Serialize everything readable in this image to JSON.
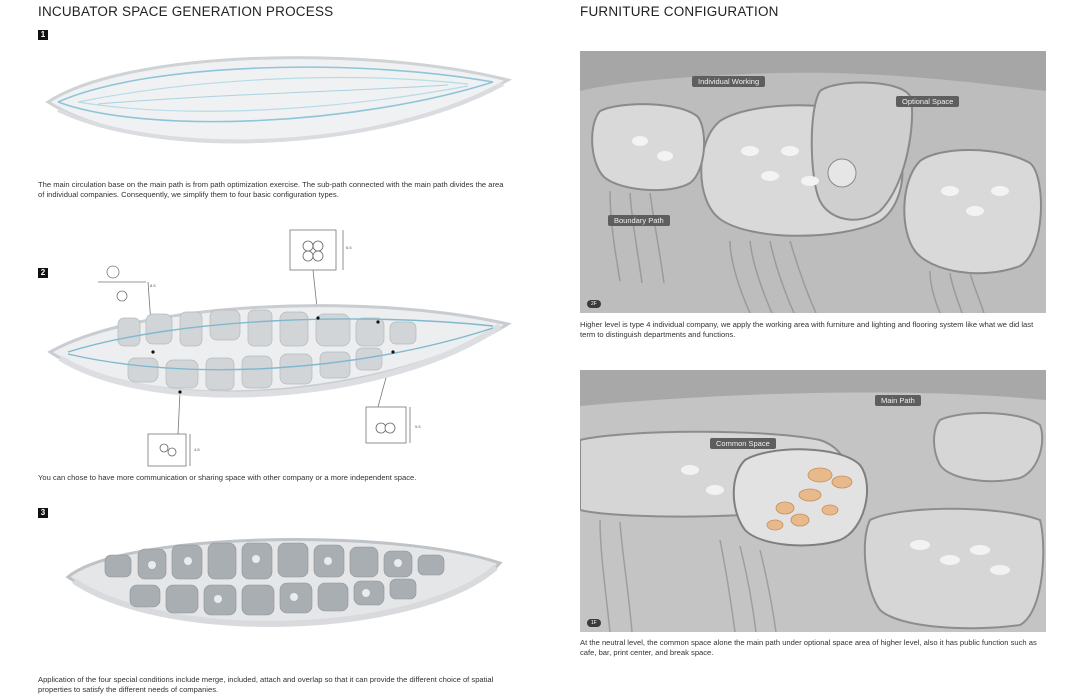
{
  "left": {
    "title": "INCUBATOR SPACE GENERATION PROCESS",
    "steps": [
      {
        "number": "1",
        "caption": "The main circulation base on the main path is from path optimization exercise. The sub-path connected with the main path divides the area of individual companies. Consequently, we simplify them to four basic configuration types."
      },
      {
        "number": "2",
        "caption": "You can chose to have more communication or sharing space with other company or a more independent space."
      },
      {
        "number": "3",
        "caption": "Application of the four special conditions include merge, included, attach and overlap so that it can provide the different choice of spatial properties to satisfy the different needs of companies."
      }
    ],
    "dimension_labels": {
      "a": "6.5",
      "b": "8.5",
      "c": "5.5",
      "d": "4.8"
    }
  },
  "right": {
    "title": "FURNITURE CONFIGURATION",
    "render1": {
      "level_pill": "2F",
      "labels": {
        "individual": "Individual Working",
        "optional": "Optional Space",
        "boundary": "Boundary Path"
      },
      "caption": "Higher level is type 4 individual company, we apply the working area with furniture and lighting and flooring system like what we did last term to distinguish departments and functions."
    },
    "render2": {
      "level_pill": "1F",
      "labels": {
        "main_path": "Main Path",
        "common": "Common Space"
      },
      "caption": "At the neutral level, the common space alone the main path under optional space area of higher level, also it has public function such as cafe, bar, print center, and break space."
    }
  }
}
